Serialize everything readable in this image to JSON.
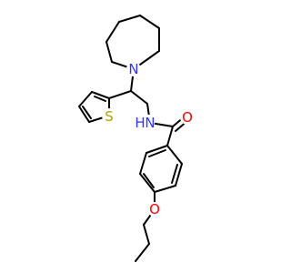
{
  "molecule": {
    "atoms": {
      "n_ring": "N",
      "s_thiophene": "S",
      "nh_amide": "N",
      "h_amide": "H",
      "o_carbonyl": "O",
      "o_ether": "O"
    }
  },
  "colors": {
    "nitrogen": "#3333ff",
    "sulfur": "#b3a100",
    "oxygen": "#ff0000",
    "bond": "#000000"
  }
}
